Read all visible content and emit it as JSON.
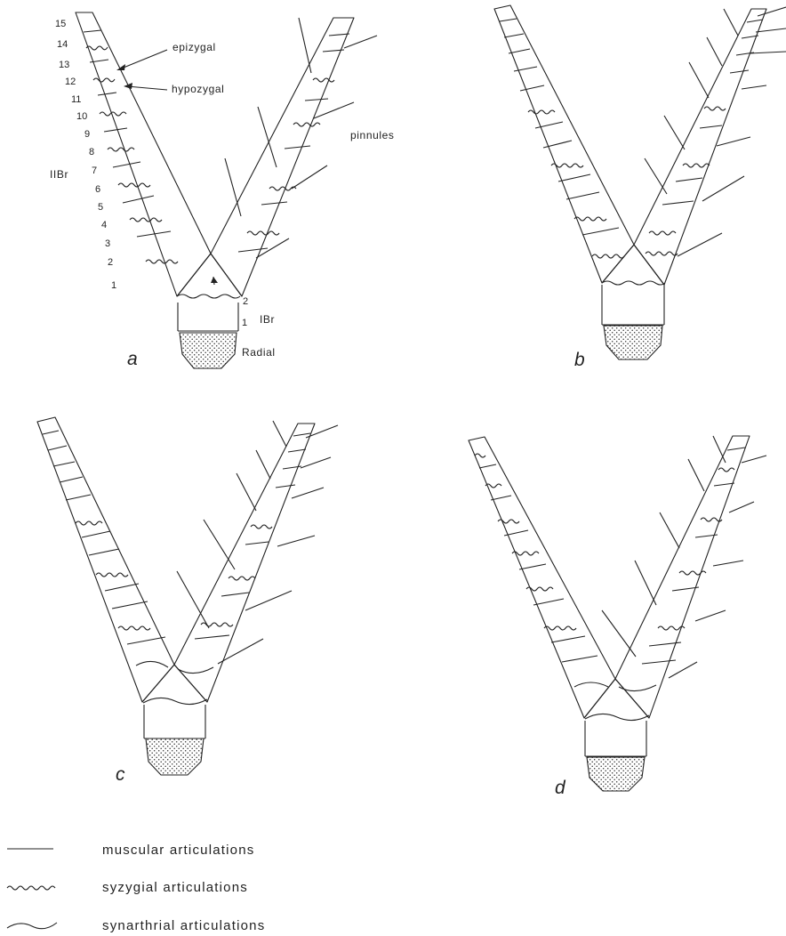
{
  "panels": [
    {
      "id": "a",
      "letter": "a"
    },
    {
      "id": "b",
      "letter": "b"
    },
    {
      "id": "c",
      "letter": "c"
    },
    {
      "id": "d",
      "letter": "d"
    }
  ],
  "labels_a": {
    "epizygal": "epizygal",
    "hypozygal": "hypozygal",
    "pinnules": "pinnules",
    "iibr": "IIBr",
    "ibr": "IBr",
    "radial": "Radial",
    "ibr_numbers": [
      "2",
      "1"
    ],
    "brachial_numbers": [
      "15",
      "14",
      "13",
      "12",
      "11",
      "10",
      "9",
      "8",
      "7",
      "6",
      "5",
      "4",
      "3",
      "2",
      "1"
    ]
  },
  "legend": [
    {
      "type": "muscular",
      "label": "muscular articulations"
    },
    {
      "type": "syzygial",
      "label": "syzygial articulations"
    },
    {
      "type": "synarthrial",
      "label": "synarthrial articulations"
    }
  ]
}
